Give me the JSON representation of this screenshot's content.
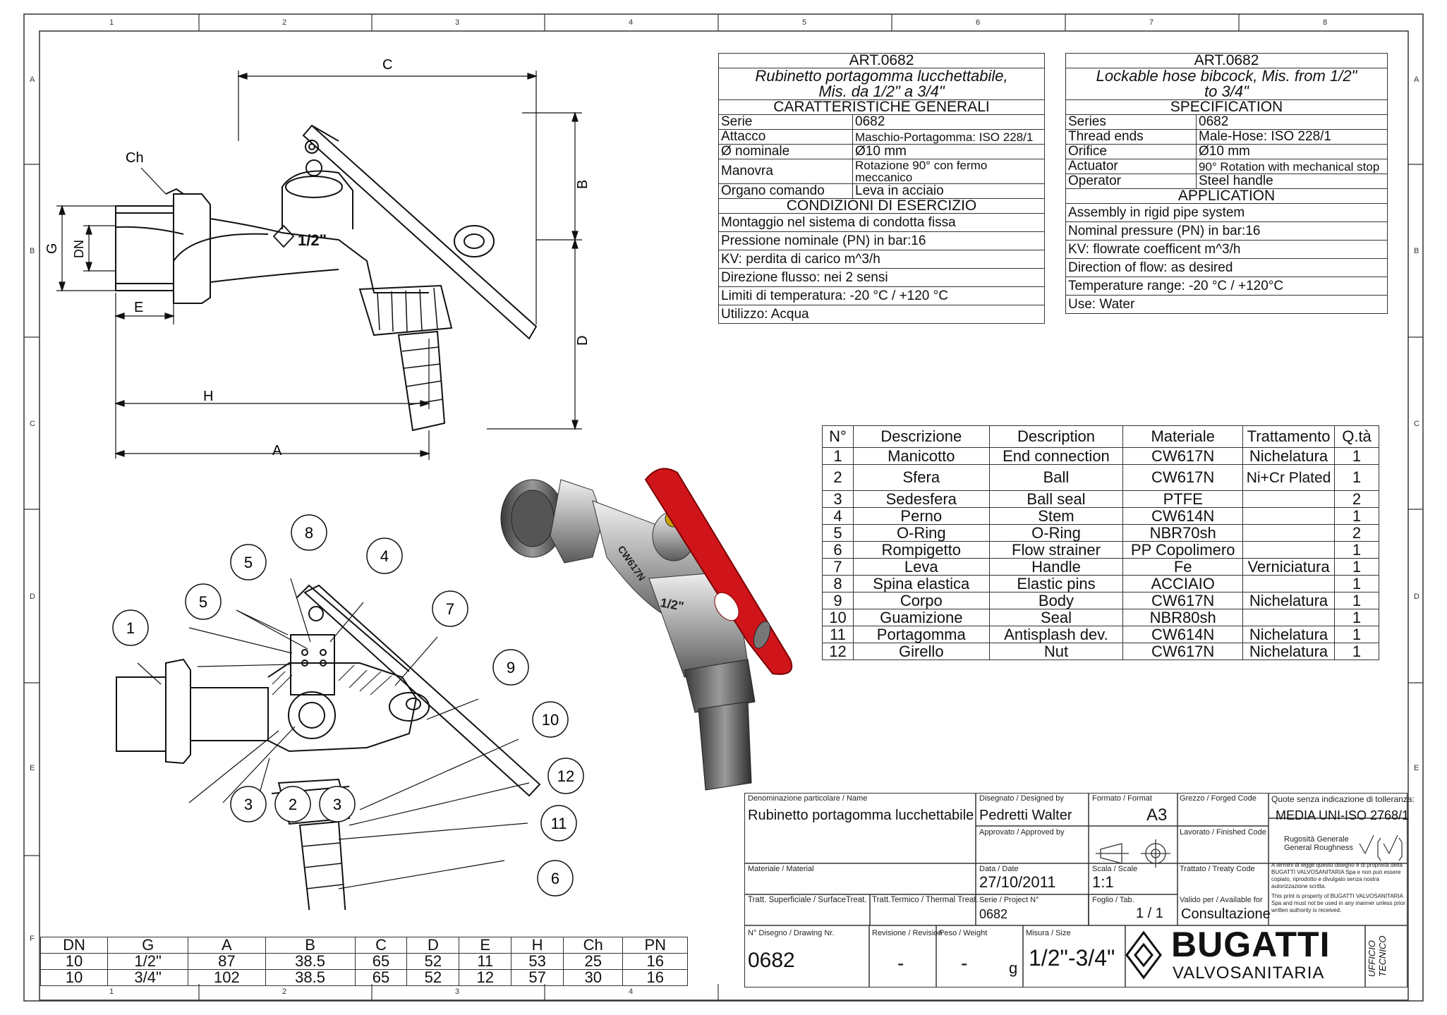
{
  "frame": {
    "cols": [
      "1",
      "2",
      "3",
      "4",
      "5",
      "6",
      "7",
      "8"
    ],
    "rows": [
      "A",
      "B",
      "C",
      "D",
      "E",
      "F"
    ],
    "bottom_cols": [
      "1",
      "2",
      "3",
      "4"
    ]
  },
  "spec_it": {
    "art": "ART.0682",
    "title_line1": "Rubinetto portagomma lucchettabile,",
    "title_line2": "Mis. da 1/2\" a 3/4\"",
    "section1": "CARATTERISTICHE GENERALI",
    "rows1": [
      {
        "k": "Serie",
        "v": "0682"
      },
      {
        "k": "Attacco",
        "v": "Maschio-Portagomma: ISO 228/1"
      },
      {
        "k": "Ø nominale",
        "v": "Ø10 mm"
      },
      {
        "k": "Manovra",
        "v": "Rotazione 90° con fermo meccanico"
      },
      {
        "k": "Organo comando",
        "v": "Leva in acciaio"
      }
    ],
    "section2": "CONDIZIONI DI ESERCIZIO",
    "rows2": [
      "Montaggio nel sistema di condotta fissa",
      "Pressione nominale (PN) in bar:16",
      "KV: perdita di carico m^3/h",
      "Direzione flusso: nei 2 sensi",
      "Limiti di temperatura:  -20 °C / +120 °C",
      "Utilizzo: Acqua"
    ]
  },
  "spec_en": {
    "art": "ART.0682",
    "title_line1": "Lockable hose bibcock, Mis. from 1/2\"",
    "title_line2": "to 3/4\"",
    "section1": "SPECIFICATION",
    "rows1": [
      {
        "k": "Series",
        "v": "0682"
      },
      {
        "k": "Thread ends",
        "v": "Male-Hose: ISO 228/1"
      },
      {
        "k": "Orifice",
        "v": "Ø10 mm"
      },
      {
        "k": "Actuator",
        "v": "90° Rotation with mechanical stop"
      },
      {
        "k": "Operator",
        "v": "Steel handle"
      }
    ],
    "section2": "APPLICATION",
    "rows2": [
      "Assembly in rigid pipe system",
      "Nominal pressure (PN) in bar:16",
      "KV: flowrate coefficent m^3/h",
      "Direction of flow: as desired",
      "Temperature range: -20 °C  /  +120°C",
      "Use: Water"
    ]
  },
  "bom": {
    "headers": [
      "N°",
      "Descrizione",
      "Description",
      "Materiale",
      "Trattamento",
      "Q.tà"
    ],
    "rows": [
      [
        "1",
        "Manicotto",
        "End connection",
        "CW617N",
        "Nichelatura",
        "1"
      ],
      [
        "2",
        "Sfera",
        "Ball",
        "CW617N",
        "Ni+Cr Plated",
        "1"
      ],
      [
        "3",
        "Sedesfera",
        "Ball seal",
        "PTFE",
        "",
        "2"
      ],
      [
        "4",
        "Perno",
        "Stem",
        "CW614N",
        "",
        "1"
      ],
      [
        "5",
        "O-Ring",
        "O-Ring",
        "NBR70sh",
        "",
        "2"
      ],
      [
        "6",
        "Rompigetto",
        "Flow strainer",
        "PP Copolimero",
        "",
        "1"
      ],
      [
        "7",
        "Leva",
        "Handle",
        "Fe",
        "Verniciatura",
        "1"
      ],
      [
        "8",
        "Spina elastica",
        "Elastic pins",
        "ACCIAIO",
        "",
        "1"
      ],
      [
        "9",
        "Corpo",
        "Body",
        "CW617N",
        "Nichelatura",
        "1"
      ],
      [
        "10",
        "Guamizione",
        "Seal",
        "NBR80sh",
        "",
        "1"
      ],
      [
        "11",
        "Portagomma",
        "Antisplash dev.",
        "CW614N",
        "Nichelatura",
        "1"
      ],
      [
        "12",
        "Girello",
        "Nut",
        "CW617N",
        "Nichelatura",
        "1"
      ]
    ]
  },
  "dimensions": {
    "headers": [
      "DN",
      "G",
      "A",
      "B",
      "C",
      "D",
      "E",
      "H",
      "Ch",
      "PN"
    ],
    "rows": [
      [
        "10",
        "1/2\"",
        "87",
        "38.5",
        "65",
        "52",
        "11",
        "53",
        "25",
        "16"
      ],
      [
        "10",
        "3/4\"",
        "102",
        "38.5",
        "65",
        "52",
        "12",
        "57",
        "30",
        "16"
      ]
    ]
  },
  "drawing_labels": {
    "C": "C",
    "B": "B",
    "D": "D",
    "G": "G",
    "DN": "DN",
    "Ch": "Ch",
    "E": "E",
    "H": "H",
    "A": "A",
    "size_mark": "1/2\"",
    "body_mark": "CW617N",
    "balloons": [
      "1",
      "5",
      "5",
      "8",
      "4",
      "7",
      "9",
      "10",
      "12",
      "11",
      "6",
      "3",
      "2",
      "3"
    ]
  },
  "title_block": {
    "name_label": "Denominazione particolare / Name",
    "name": "Rubinetto portagomma lucchettabile",
    "designed_label": "Disegnato / Designed by",
    "designed": "Pedretti Walter",
    "approved_label": "Approvato / Approved by",
    "format_label": "Formato / Format",
    "format": "A3",
    "forged_label": "Grezzo / Forged Code",
    "finished_label": "Lavorato / Finished Code",
    "tolerance_label": "Quote senza indicazione di tolleranza:",
    "tolerance": "MEDIA UNI-ISO 2768/1",
    "roughness_label": "Rugosità Generale",
    "roughness_label_en": "General Roughness",
    "material_label": "Materiale / Material",
    "date_label": "Data / Date",
    "date": "27/10/2011",
    "scale_label": "Scala / Scale",
    "scale": "1:1",
    "treaty_label": "Trattato / Treaty Code",
    "legal_it": "A termini di legge questo disegno è di proprietà della BUGATTI VALVOSANITARIA Spa e non può essere copiato, riprodotto e divulgato senza nostra autorizzazione scritta.",
    "surface_label": "Tratt. Superficiale / SurfaceTreat.",
    "thermal_label": "Tratt.Termico / Thermal Treat.",
    "project_label": "Serie / Project N°",
    "project": "0682",
    "sheet_label": "Foglio / Tab.",
    "sheet": "1 / 1",
    "valid_label": "Valido per / Available for",
    "valid": "Consultazione",
    "legal_en": "This print is property of BUGATTI VALVOSANITARIA Spa and must not be used in any manner unless prior written authority is received.",
    "drawing_nr_label": "N° Disegno / Drawing Nr.",
    "drawing_nr": "0682",
    "revision_label": "Revisione / Revision",
    "revision": "-",
    "weight_label": "Peso / Weight",
    "weight": "-",
    "weight_unit": "g",
    "size_label": "Misura / Size",
    "size": "1/2\"-3/4\"",
    "brand": "BUGATTI",
    "brand_sub": "VALVOSANITARIA",
    "office": "UFFICIO TECNICO"
  },
  "colors": {
    "handle_red": "#d0151a",
    "metal": "#b8b8b8",
    "line": "#111111"
  }
}
